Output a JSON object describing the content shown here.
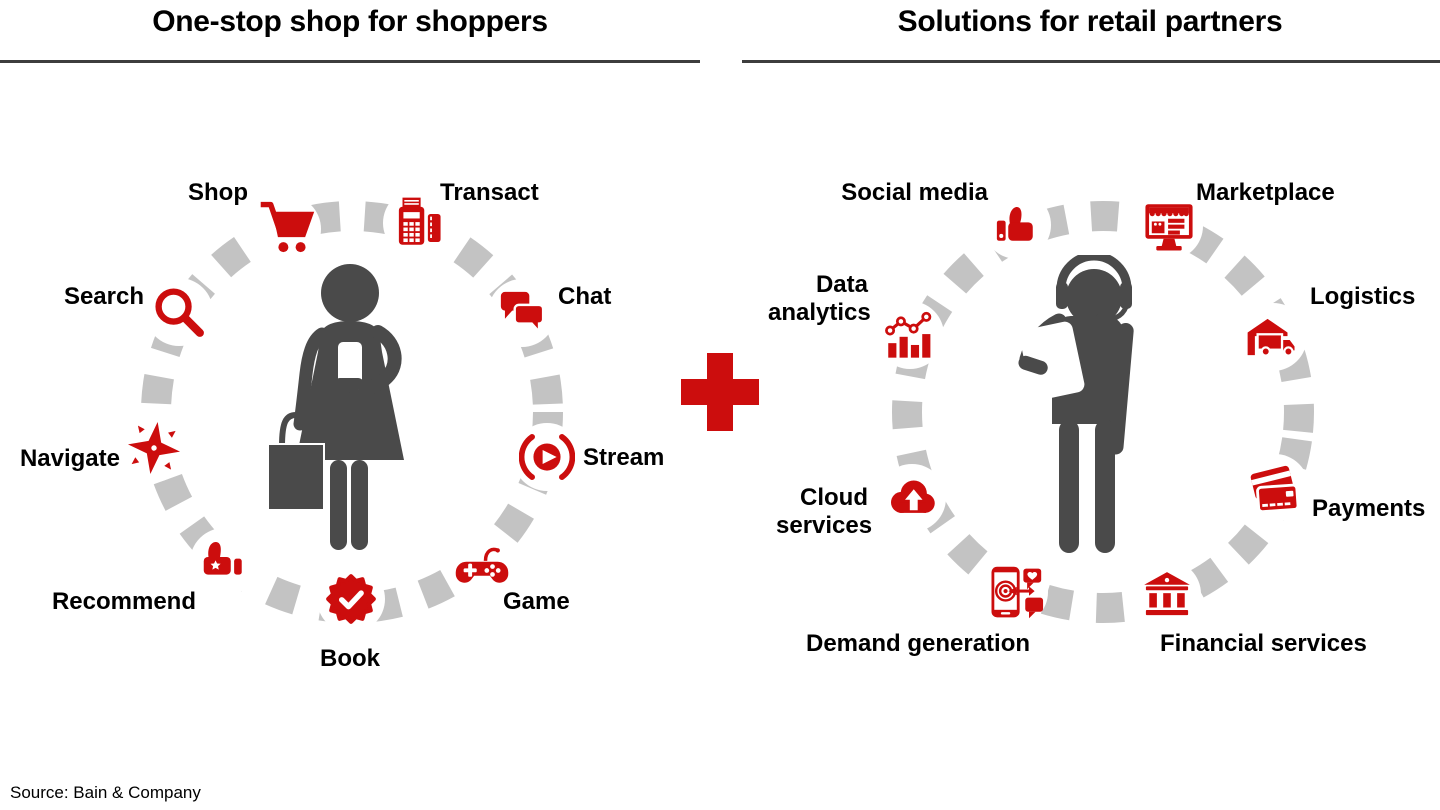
{
  "header": {
    "left_title": "One-stop shop for shoppers",
    "right_title": "Solutions for retail partners"
  },
  "connector": {
    "symbol": "+"
  },
  "left_circle": {
    "person": "shopper-with-phone-and-bag",
    "items": [
      {
        "label": "Shop",
        "icon": "shopping-cart-icon"
      },
      {
        "label": "Transact",
        "icon": "pos-terminal-icon"
      },
      {
        "label": "Chat",
        "icon": "chat-bubbles-icon"
      },
      {
        "label": "Stream",
        "icon": "play-broadcast-icon"
      },
      {
        "label": "Game",
        "icon": "gamepad-icon"
      },
      {
        "label": "Book",
        "icon": "verified-seal-icon"
      },
      {
        "label": "Recommend",
        "icon": "thumbs-up-star-icon"
      },
      {
        "label": "Navigate",
        "icon": "compass-star-icon"
      },
      {
        "label": "Search",
        "icon": "magnifying-glass-icon"
      }
    ]
  },
  "right_circle": {
    "person": "support-agent-with-tablet",
    "items": [
      {
        "label": "Social media",
        "icon": "thumbs-up-icon"
      },
      {
        "label": "Marketplace",
        "icon": "storefront-monitor-icon"
      },
      {
        "label": "Logistics",
        "icon": "warehouse-truck-icon"
      },
      {
        "label": "Payments",
        "icon": "credit-cards-icon"
      },
      {
        "label": "Financial services",
        "icon": "bank-icon"
      },
      {
        "label": "Demand generation",
        "icon": "phone-target-icon"
      },
      {
        "label": "Cloud services",
        "icon": "cloud-upload-icon"
      },
      {
        "label": "Data analytics",
        "icon": "bar-line-chart-icon"
      }
    ]
  },
  "footer": {
    "source": "Source: Bain & Company"
  },
  "colors": {
    "accent_red": "#CC0D0D",
    "figure_gray": "#4A4A4A",
    "ring_gray": "#C3C3C3",
    "title_rule": "#3D3D3D"
  }
}
